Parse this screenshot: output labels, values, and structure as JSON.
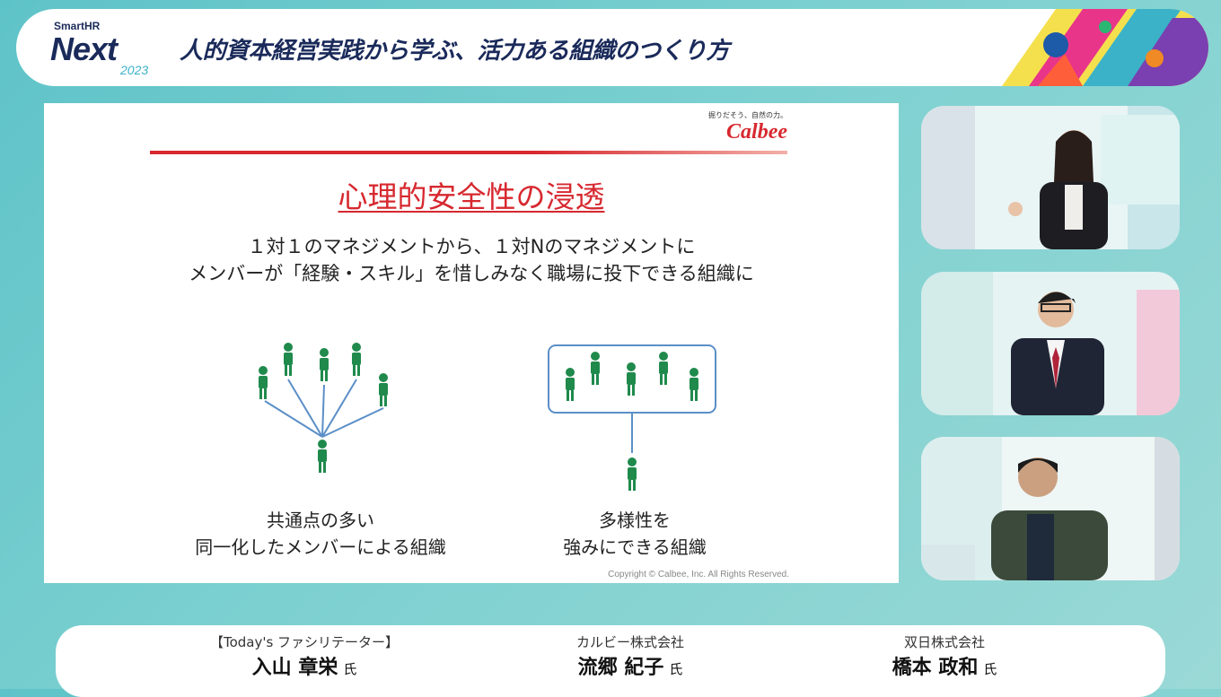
{
  "header": {
    "logo_small": "SmartHR",
    "logo_big": "Next",
    "logo_year": "2023",
    "title": "人的資本経営実践から学ぶ、活力ある組織のつくり方"
  },
  "slide": {
    "brand_tagline": "掘りだそう、自然の力。",
    "brand_name": "Calbee",
    "title": "心理的安全性の浸透",
    "line1": "１対１のマネジメントから、１対Nのマネジメントに",
    "line2": "メンバーが「経験・スキル」を惜しみなく職場に投下できる組織に",
    "caption_left_1": "共通点の多い",
    "caption_left_2": "同一化したメンバーによる組織",
    "caption_right_1": "多様性を",
    "caption_right_2": "強みにできる組織",
    "copyright": "Copyright © Calbee, Inc. All Rights Reserved."
  },
  "speakers": [
    {
      "org": "【Today's ファシリテーター】",
      "name": "入山 章栄",
      "suffix": "氏"
    },
    {
      "org": "カルビー株式会社",
      "name": "流郷 紀子",
      "suffix": "氏"
    },
    {
      "org": "双日株式会社",
      "name": "橋本 政和",
      "suffix": "氏"
    }
  ],
  "colors": {
    "accent_red": "#d7282f",
    "people_green": "#1f8a4c",
    "line_blue": "#5b8fc7",
    "navy": "#1a2a5a"
  }
}
